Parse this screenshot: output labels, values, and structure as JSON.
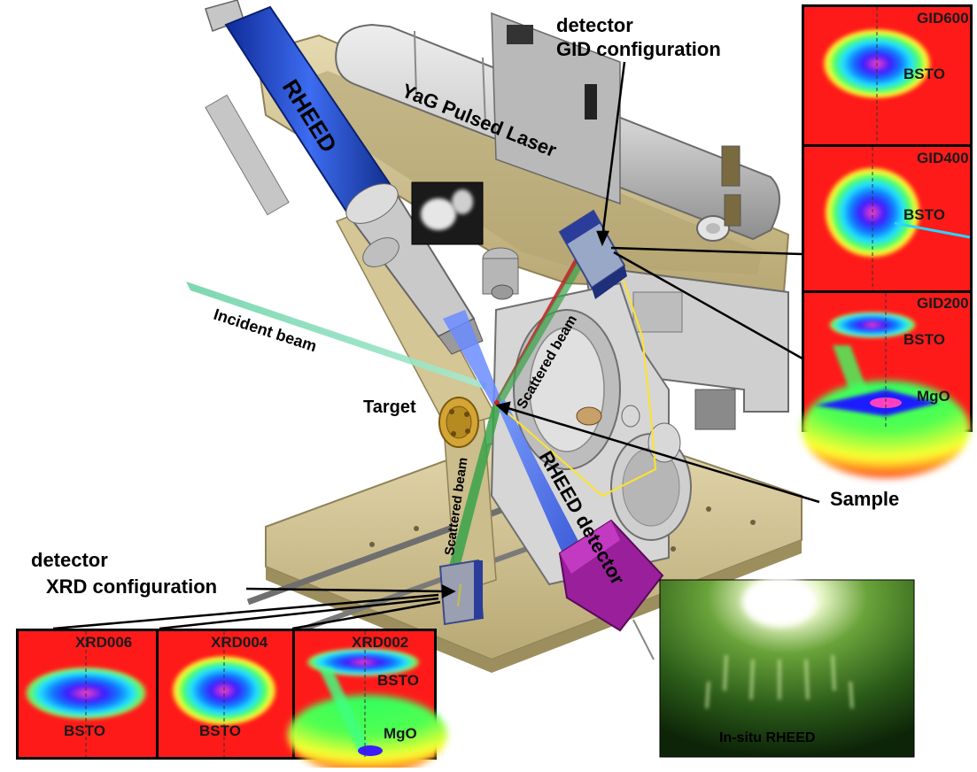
{
  "labels": {
    "rheed": "RHEED",
    "laser": "YaG Pulsed Laser",
    "detector_gid_line1": "detector",
    "detector_gid_line2": "GID configuration",
    "incident_beam": "Incident beam",
    "target": "Target",
    "scattered_beam_upper": "Scattered beam",
    "scattered_beam_lower": "Scattered beam",
    "rheed_detector": "RHEED detector",
    "sample": "Sample",
    "detector_xrd_line1": "detector",
    "detector_xrd_line2": "XRD configuration",
    "in_situ_rheed": "In-situ RHEED"
  },
  "gid_panels": [
    {
      "title": "GID600",
      "peaks": [
        "BSTO"
      ]
    },
    {
      "title": "GID400",
      "peaks": [
        "BSTO"
      ]
    },
    {
      "title": "GID200",
      "peaks": [
        "BSTO",
        "MgO"
      ]
    }
  ],
  "xrd_panels": [
    {
      "title": "XRD006",
      "peaks": [
        "BSTO"
      ]
    },
    {
      "title": "XRD004",
      "peaks": [
        "BSTO"
      ]
    },
    {
      "title": "XRD002",
      "peaks": [
        "BSTO",
        "MgO"
      ]
    }
  ],
  "colors": {
    "frame": "#d8c99a",
    "frame_dark": "#a89968",
    "laser_body": "#cfcfcf",
    "rheed_gun": "#1e3fbf",
    "rheed_detector": "#9a1f9a",
    "incident_beam": "#7fd6b0",
    "scatter_green": "#3aa34a",
    "scatter_red": "#c0262a",
    "map_background": "#ff1a1a",
    "rheed_green": "#2e6a1c"
  }
}
